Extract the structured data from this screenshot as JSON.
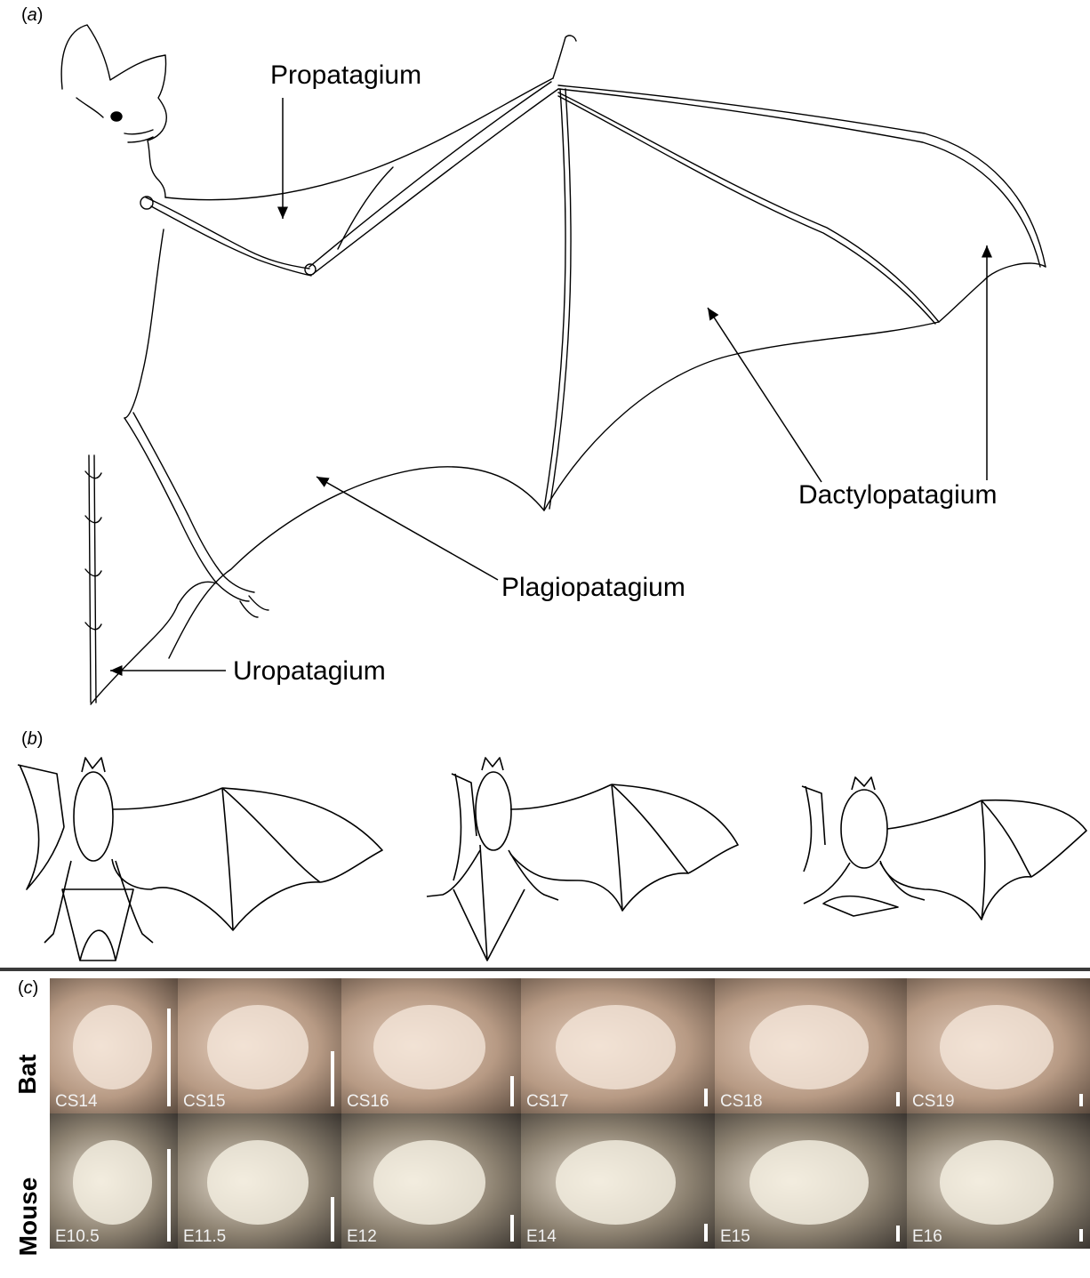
{
  "panels": {
    "a": {
      "letter": "a",
      "labels": {
        "propatagium": "Propatagium",
        "dactylopatagium": "Dactylopatagium",
        "plagiopatagium": "Plagiopatagium",
        "uropatagium": "Uropatagium"
      }
    },
    "b": {
      "letter": "b"
    },
    "c": {
      "letter": "c",
      "rows": [
        {
          "label": "Bat",
          "stages": [
            "CS14",
            "CS15",
            "CS16",
            "CS17",
            "CS18",
            "CS19"
          ]
        },
        {
          "label": "Mouse",
          "stages": [
            "E10.5",
            "E11.5",
            "E12",
            "E14",
            "E15",
            "E16"
          ]
        }
      ]
    }
  }
}
